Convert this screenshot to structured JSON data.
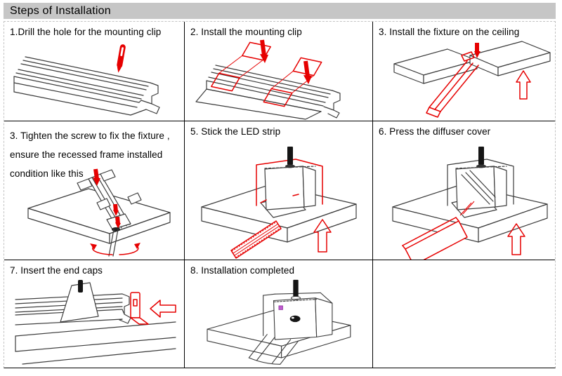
{
  "header": {
    "title": "Steps of Installation"
  },
  "colors": {
    "header_bg": "#c6c6c6",
    "text": "#000000",
    "grid_inner_border": "#000000",
    "grid_outer_border_dashed": "#c3c3c3",
    "drawing_line": "#3c3c3c",
    "accent_red": "#e60000",
    "screw_black": "#151515",
    "label_magenta": "#c05ccf"
  },
  "steps": [
    {
      "id": 1,
      "label": "1.Drill the hole for the mounting clip",
      "illustration": "profile-with-drill-bit"
    },
    {
      "id": 2,
      "label": "2. Install the mounting clip",
      "illustration": "profile-with-mounting-clips"
    },
    {
      "id": 3,
      "label": "3. Install the fixture on the ceiling",
      "illustration": "ceiling-panels-with-red-fixture"
    },
    {
      "id": 4,
      "label_lines": [
        "3. Tighten the screw to fix the fixture ,",
        "ensure the recessed frame installed",
        "condition like this"
      ],
      "illustration": "recessed-frame-with-screwdriver"
    },
    {
      "id": 5,
      "label": "5. Stick the LED strip",
      "illustration": "fixture-with-led-strip"
    },
    {
      "id": 6,
      "label": "6. Press the diffuser cover",
      "illustration": "fixture-with-diffuser-cover"
    },
    {
      "id": 7,
      "label": "7. Insert the end caps",
      "illustration": "profile-with-end-cap"
    },
    {
      "id": 8,
      "label": "8. Installation completed",
      "illustration": "completed-installation"
    }
  ]
}
